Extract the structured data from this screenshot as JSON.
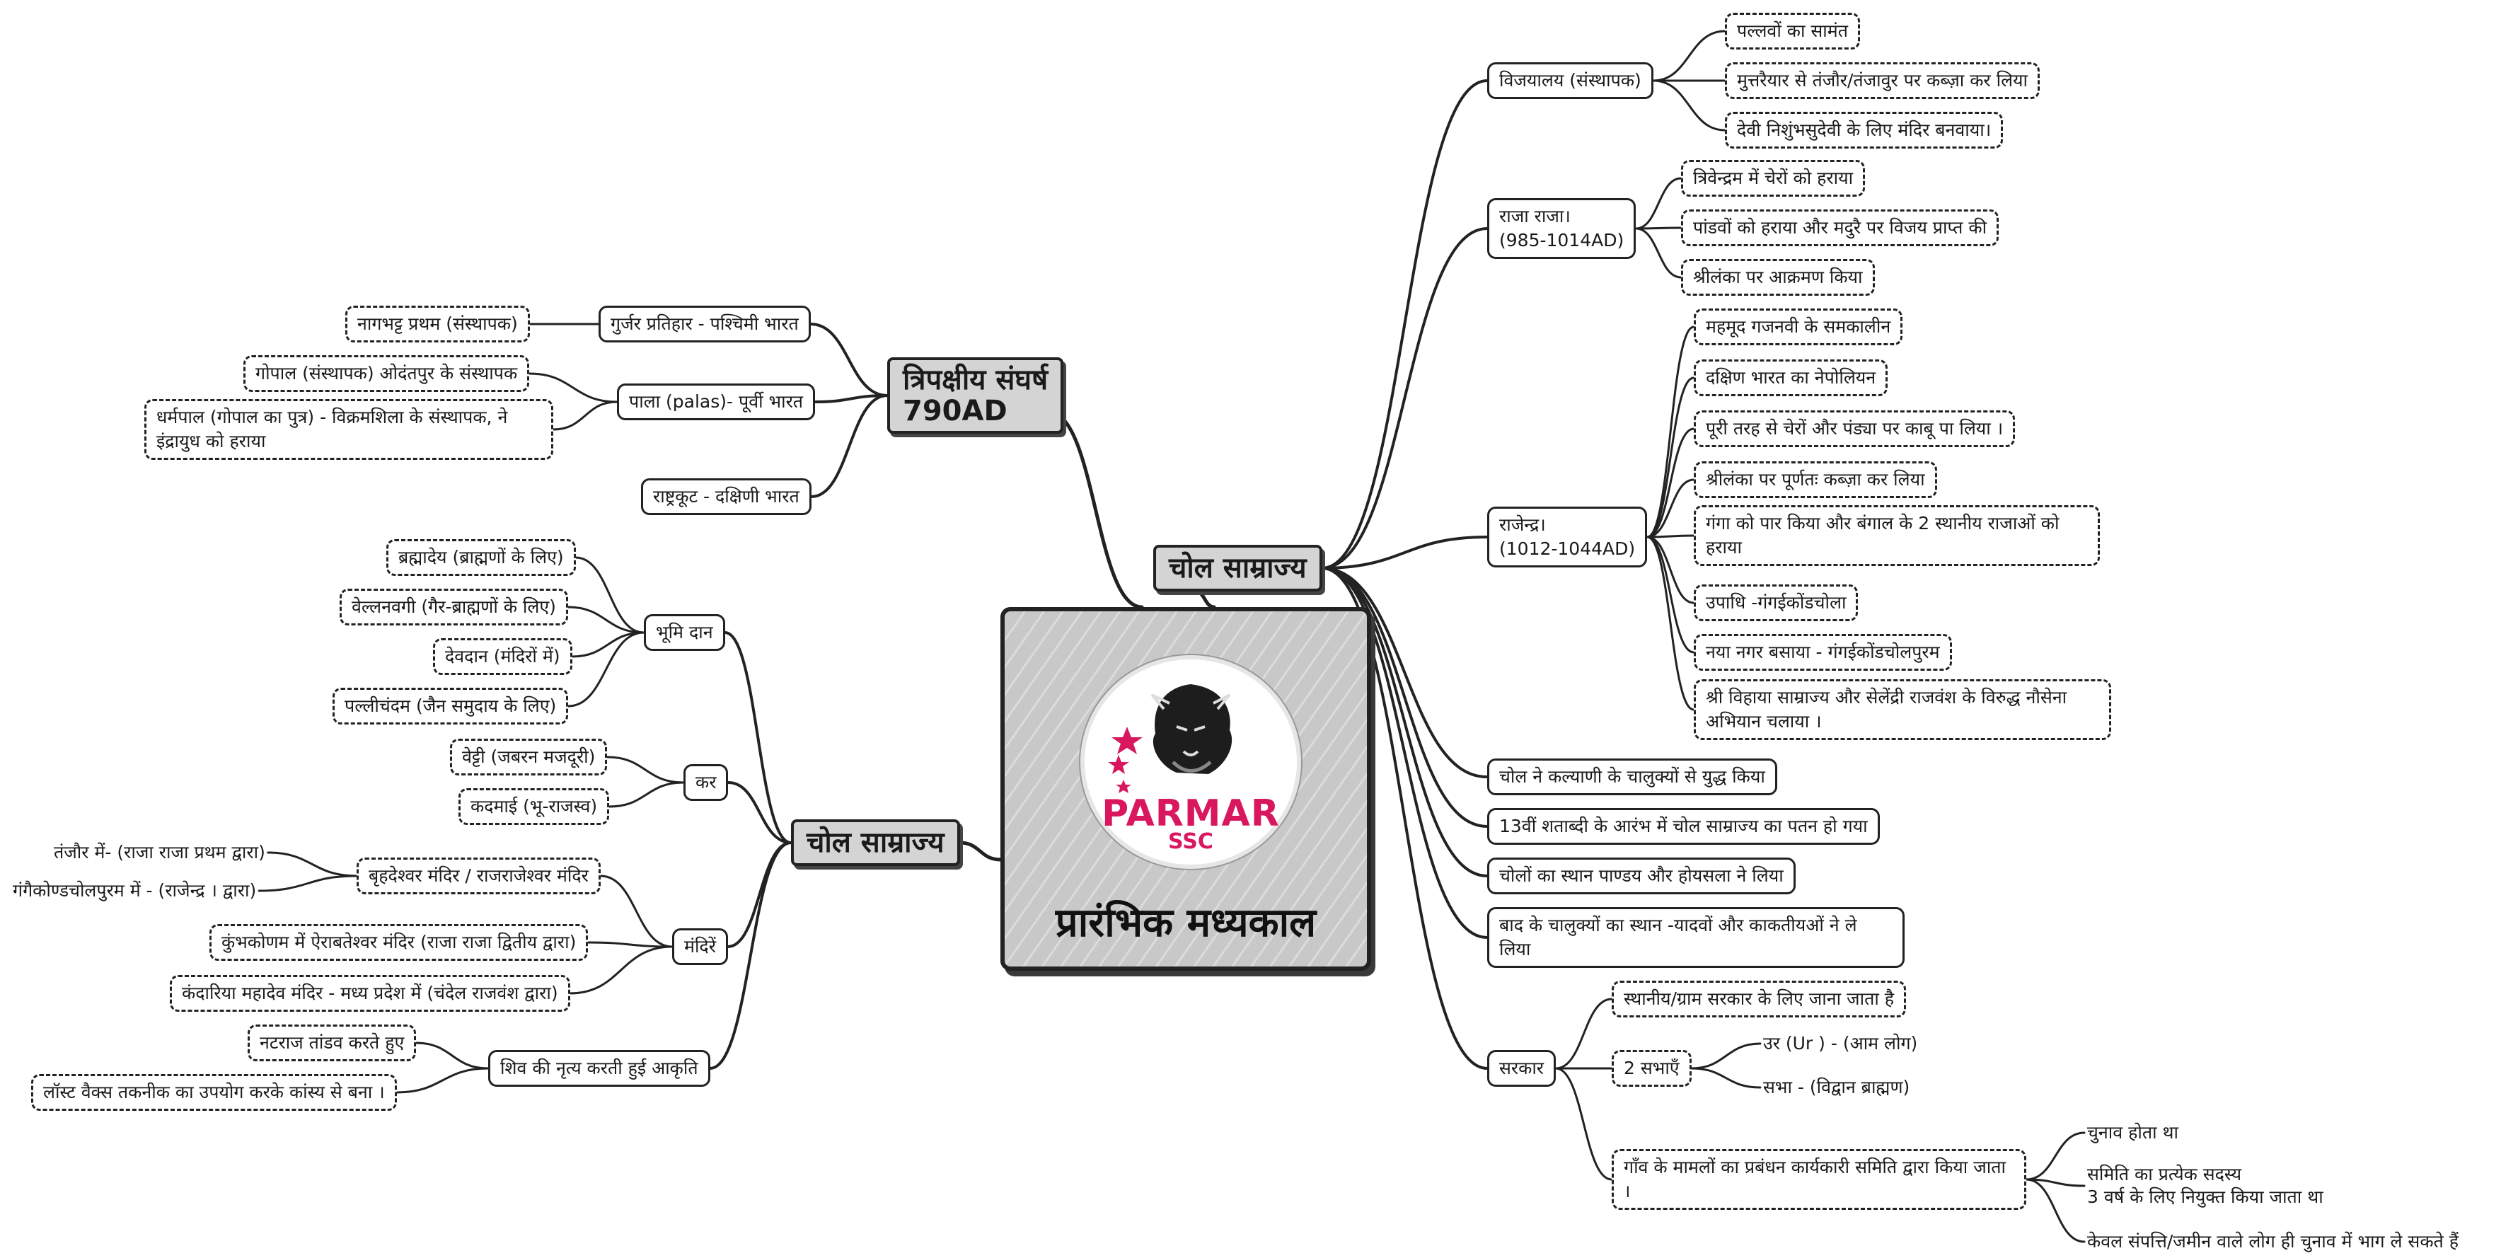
{
  "center": {
    "title": "प्रारंभिक मध्यकाल",
    "logo_text": "PARMAR",
    "logo_sub": "SSC",
    "logo_icon": "lion-head-icon",
    "brand_color": "#d8175f"
  },
  "right": {
    "title": "चोल साम्राज्य",
    "vijayalaya": {
      "label": "विजयालय (संस्थापक)",
      "items": [
        "पल्लवों का सामंत",
        "मुत्तरैयार से तंजौर/तंजावुर पर कब्ज़ा कर लिया",
        "देवी निशुंभसुदेवी के लिए मंदिर बनवाया।"
      ]
    },
    "rajaraja": {
      "label_line1": "राजा राजा।",
      "label_line2": "(985-1014AD)",
      "items": [
        "त्रिवेन्द्रम में चेरों को हराया",
        "पांडवों को हराया और मदुरै पर विजय प्राप्त की",
        "श्रीलंका पर आक्रमण किया"
      ]
    },
    "rajendra": {
      "label_line1": "राजेन्द्र।",
      "label_line2": "(1012-1044AD)",
      "items": [
        "महमूद गजनवी के समकालीन",
        "दक्षिण भारत का नेपोलियन",
        "पूरी तरह से चेरों और पंड्या पर काबू पा लिया ।",
        "श्रीलंका पर पूर्णतः कब्ज़ा कर लिया",
        "गंगा को पार किया और बंगाल के 2 स्थानीय राजाओं को हराया",
        "उपाधि -गंगईकोंडचोला",
        "नया नगर बसाया - गंगईकोंडचोलपुरम",
        "श्री विहाया साम्राज्य और सेलेंद्री राजवंश के विरुद्ध नौसेना अभियान चलाया ।"
      ]
    },
    "facts": [
      "चोल ने कल्याणी के चालुक्यों से युद्ध किया",
      "13वीं शताब्दी के आरंभ में चोल साम्राज्य का पतन हो गया",
      "चोलों का स्थान पाण्डय और होयसला ने लिया",
      "बाद के चालुक्यों का स्थान -यादवों और काकतीयओं ने ले लिया"
    ],
    "sarkar": {
      "label": "सरकार",
      "local": "स्थानीय/ग्राम सरकार के लिए जाना जाता है",
      "sabhas": {
        "label": "2 सभाएँ",
        "items": [
          "उर (Ur ) - (आम लोग)",
          "सभा - (विद्वान ब्राह्मण)"
        ]
      },
      "village": {
        "label": "गाँव के मामलों का प्रबंधन कार्यकारी समिति द्वारा किया जाता ।",
        "items": [
          "चुनाव होता था",
          "समिति का प्रत्येक सदस्य",
          "3 वर्ष के लिए नियुक्त किया जाता था",
          "केवल संपत्ति/जमीन वाले लोग ही चुनाव में भाग ले सकते हैं"
        ]
      }
    }
  },
  "left_top": {
    "title_line1": "त्रिपक्षीय संघर्ष",
    "title_line2": "790AD",
    "gurjar": {
      "label": "गुर्जर प्रतिहार - पश्चिमी भारत",
      "items": [
        "नागभट्ट प्रथम (संस्थापक)"
      ]
    },
    "pala": {
      "label": "पाला (palas)- पूर्वी भारत",
      "items": [
        "गोपाल (संस्थापक) ओदंतपुर के संस्थापक",
        "धर्मपाल (गोपाल का पुत्र) - विक्रमशिला के संस्थापक, ने इंद्रायुध को हराया"
      ]
    },
    "rashtrakut": {
      "label": "राष्ट्रकूट - दक्षिणी भारत"
    }
  },
  "left_bottom": {
    "title": "चोल साम्राज्य",
    "bhumi": {
      "label": "भूमि दान",
      "items": [
        "ब्रह्मादेय (ब्राह्मणों के लिए)",
        "वेल्लनवगी (गैर-ब्राह्मणों के लिए)",
        "देवदान (मंदिरों में)",
        "पल्लीचंदम (जैन समुदाय के लिए)"
      ]
    },
    "kar": {
      "label": "कर",
      "items": [
        "वेट्टी (जबरन मजदूरी)",
        "कदमाई (भू-राजस्व)"
      ]
    },
    "mandir": {
      "label": "मंदिरें",
      "brihad": {
        "label": "बृहदेश्वर मंदिर / राजराजेश्वर मंदिर",
        "items": [
          "तंजौर में- (राजा राजा प्रथम द्वारा)",
          "गंगैकोण्डचोलपुरम में - (राजेन्द्र । द्वारा)"
        ]
      },
      "items": [
        "कुंभकोणम में ऐराबतेश्वर मंदिर (राजा राजा द्वितीय द्वारा)",
        "कंदारिया महादेव मंदिर - मध्य प्रदेश में (चंदेल राजवंश द्वारा)"
      ]
    },
    "shiva": {
      "label": "शिव की नृत्य करती हुई आकृति",
      "items": [
        "नटराज तांडव करते हुए",
        "लॉस्ट वैक्स तकनीक का उपयोग करके कांस्य से बना ।"
      ]
    }
  }
}
